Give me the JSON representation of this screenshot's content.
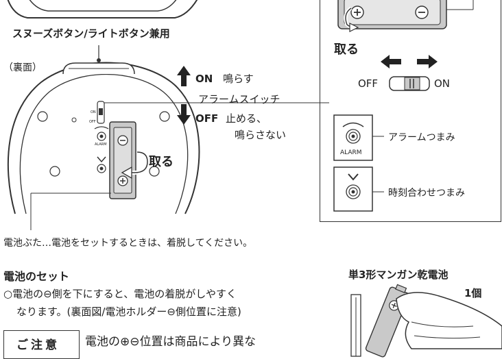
{
  "back_view": {
    "snooze_label": "スヌーズボタン/ライトボタン兼用",
    "view_label": "（裏面）",
    "on_word": "ON",
    "on_desc": "鳴らす",
    "switch_label": "アラームスイッチ",
    "off_word": "OFF",
    "off_desc1": "止める、",
    "off_desc2": "鳴らさない",
    "remove_label": "取る",
    "small_on": "ON",
    "small_off": "OFF",
    "small_alarm": "ALARM",
    "cover_note": "電池ぶた…電池をセットするときは、着脱してください。"
  },
  "right_panel": {
    "remove_label": "取る",
    "off_label": "OFF",
    "on_label": "ON",
    "alarm_knob_label": "アラームつまみ",
    "alarm_icon_text": "ALARM",
    "time_knob_label": "時刻合わせつまみ"
  },
  "battery_section": {
    "heading": "電池のセット",
    "line1": "○電池の⊖側を下にすると、電池の着脱がしやすく",
    "line2": "なります。(裏面図/電池ホルダー⊖側位置に注意)",
    "caution_badge": "ご注意",
    "caution_text": "電池の⊕⊖位置は商品により異な",
    "battery_type": "単3形マンガン乾電池",
    "battery_count": "1個"
  },
  "colors": {
    "ink": "#222222",
    "line": "#333333",
    "fill": "#c9c9c9"
  }
}
